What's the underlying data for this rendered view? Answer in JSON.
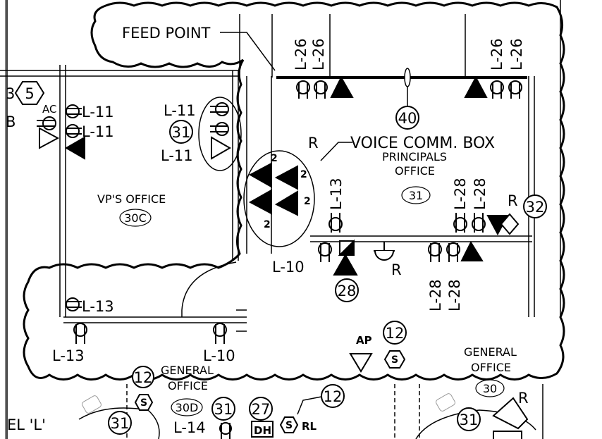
{
  "labels": {
    "feed_point": "FEED POINT",
    "voice_comm_box": "VOICE COMM. BOX",
    "r": "R",
    "r2": "R",
    "r3": "R",
    "r4": "R",
    "ac": "AC",
    "ap": "AP",
    "rl": "RL",
    "dh": "DH",
    "el_l": "EL 'L'",
    "three": "3",
    "b": "B"
  },
  "rooms": {
    "vp_office": {
      "name": "VP'S OFFICE",
      "number": "30C"
    },
    "principals_office": {
      "name_line1": "PRINCIPALS",
      "name_line2": "OFFICE",
      "number": "31"
    },
    "general_office_right": {
      "name_line1": "GENERAL",
      "name_line2": "OFFICE",
      "number": "30"
    },
    "general_office_left": {
      "name_line1": "GENERAL",
      "name_line2": "OFFICE",
      "number": "30D"
    }
  },
  "circuits": {
    "top_l26": [
      "L-26",
      "L-26",
      "L-26",
      "L-26"
    ],
    "vp_left": [
      "L-11",
      "L-11"
    ],
    "vp_right": [
      "L-11",
      "L-11"
    ],
    "l13_vertical": "L-13",
    "l28_right": [
      "L-28",
      "L-28"
    ],
    "l28_lower": [
      "L-28",
      "L-28"
    ],
    "l10_mid": "L-10",
    "l13_lower_h": "L-13",
    "l13_lower": "L-13",
    "l10_lower": "L-10",
    "l14": "L-14"
  },
  "tags": {
    "t40": "40",
    "t31a": "31",
    "t32": "32",
    "t28": "28",
    "t12a": "12",
    "t12b": "12",
    "t12c": "12",
    "t31b": "31",
    "t27": "27",
    "t31c": "31",
    "t31d": "31",
    "hex5": "5",
    "hex_s1": "S",
    "hex_s2": "S",
    "hex_s3": "S"
  },
  "comm_counts": [
    "2",
    "2",
    "2",
    "2"
  ]
}
